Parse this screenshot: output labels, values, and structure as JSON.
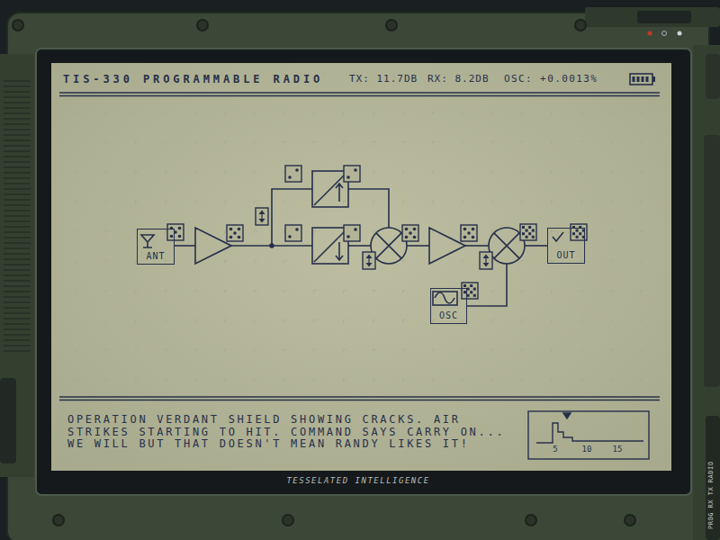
{
  "diagram": {
    "title": "TIS-330 PROGRAMMABLE RADIO",
    "nodes": [
      {
        "text": [
          "ANT"
        ]
      },
      {
        "text": [
          "OUT"
        ]
      },
      {
        "text": [
          "OSC"
        ]
      }
    ],
    "labels": [
      "TX: 11.7DB",
      "RX: 8.2DB",
      "OSC: +0.0013%",
      "OPERATION VERDANT SHIELD SHOWING CRACKS. AIR STRIKES STARTING TO HIT. COMMAND SAYS CARRY ON... WE WILL BUT THAT DOESN'T MEAN RANDY LIKES IT!",
      "5",
      "10",
      "15",
      "TESSELATED INTELLIGENCE",
      "PROG RX TX RADIO"
    ]
  }
}
